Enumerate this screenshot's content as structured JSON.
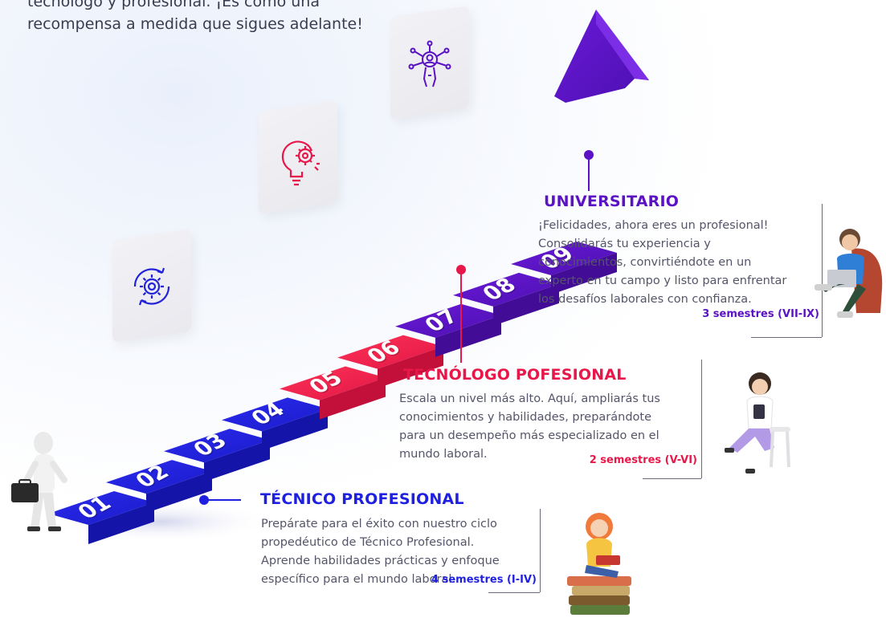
{
  "intro": {
    "line1": "tecnólogo y profesional. ¡Es como una",
    "line2": "recompensa a medida que sigues adelante!"
  },
  "colors": {
    "blue": "#1f1fe0",
    "red": "#f0234f",
    "purple": "#5a12c4",
    "text": "#55556a"
  },
  "steps": [
    "01",
    "02",
    "03",
    "04",
    "05",
    "06",
    "07",
    "08",
    "09"
  ],
  "levels": [
    {
      "title": "TÉCNICO PROFESIONAL",
      "description": [
        "Prepárate para el éxito con nuestro ciclo",
        "propedéutico de Técnico Profesional.",
        "Aprende habilidades prácticas y enfoque",
        "específico para el mundo laboral."
      ],
      "duration": "4 semestres (I-IV)",
      "color": "#1f1fe0"
    },
    {
      "title": "TECNÓLOGO POFESIONAL",
      "description": [
        "Escala un nivel más alto. Aquí, ampliarás tus",
        "conocimientos y habilidades, preparándote",
        "para un desempeño más especializado en el",
        "mundo laboral."
      ],
      "duration": "2 semestres (V-VI)",
      "color": "#e8174a"
    },
    {
      "title": "UNIVERSITARIO",
      "description": [
        "¡Felicidades, ahora eres un profesional!",
        "Consolidarás tu experiencia y",
        "conocimientos, convirtiéndote en un",
        "experto en tu campo y listo para enfrentar",
        "los desafíos laborales con confianza."
      ],
      "duration": "3 semestres (VII-IX)",
      "color": "#5a12c4"
    }
  ],
  "icons": [
    "gears-icon",
    "lightbulb-gear-icon",
    "network-person-icon"
  ]
}
